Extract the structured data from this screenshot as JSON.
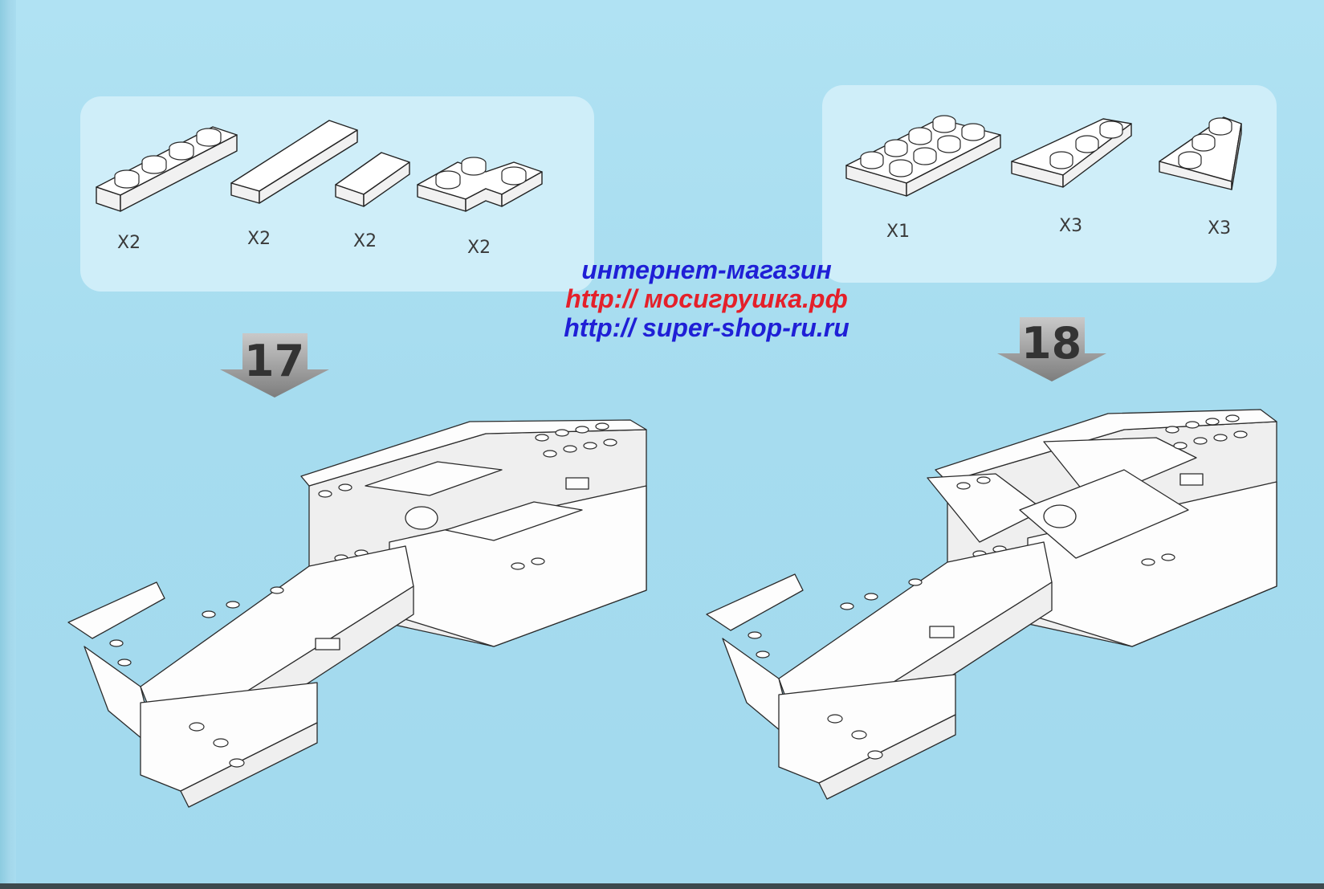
{
  "watermark": {
    "line1": "интернет-магазин",
    "line2": "http:// мосигрушка.рф",
    "line3": "http:// super-shop-ru.ru",
    "color_blue": "#1f1fd6",
    "color_red": "#e4202a"
  },
  "steps": [
    {
      "number": "17",
      "parts": [
        {
          "shape": "plate-1x4",
          "qty": "X2"
        },
        {
          "shape": "tile-1x6",
          "qty": "X2"
        },
        {
          "shape": "tile-1x2",
          "qty": "X2"
        },
        {
          "shape": "plate-2x2-corner",
          "qty": "X2"
        }
      ]
    },
    {
      "number": "18",
      "parts": [
        {
          "shape": "plate-2x4",
          "qty": "X1"
        },
        {
          "shape": "wedge-plate-left",
          "qty": "X3"
        },
        {
          "shape": "wedge-plate-right",
          "qty": "X3"
        }
      ]
    }
  ],
  "colors": {
    "background": "#a6dcef",
    "panel": "#cfeef9",
    "arrow": "#9a9a9a",
    "number": "#333333"
  }
}
